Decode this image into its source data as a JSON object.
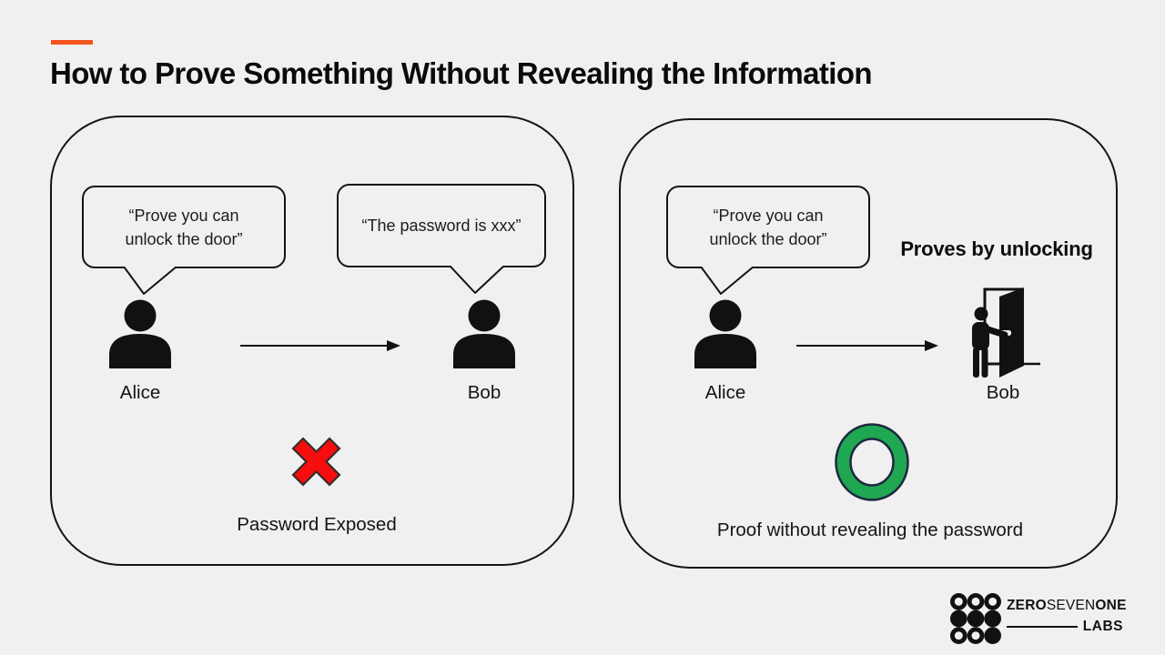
{
  "slide": {
    "title": "How to Prove Something Without Revealing the Information",
    "background": "#f0f0f0",
    "accent_color": "#f5541c"
  },
  "left_panel": {
    "alice_bubble": "“Prove you can unlock the door”",
    "bob_bubble": "“The password is xxx”",
    "alice_label": "Alice",
    "bob_label": "Bob",
    "result_icon": "red-cross-x",
    "cross_color": "#f60d0d",
    "cross_outline": "#2e2e2e",
    "result_caption": "Password Exposed"
  },
  "right_panel": {
    "alice_bubble": "“Prove you can unlock the door”",
    "action_note": "Proves by unlocking",
    "alice_label": "Alice",
    "bob_label": "Bob",
    "result_icon": "green-ring-o",
    "ring_color": "#20a751",
    "ring_outline": "#1c2840",
    "result_caption": "Proof without revealing the password"
  },
  "footer_logo": {
    "word1": "ZERO",
    "word2": "SEVEN",
    "word3": "ONE",
    "word4": "LABS"
  }
}
